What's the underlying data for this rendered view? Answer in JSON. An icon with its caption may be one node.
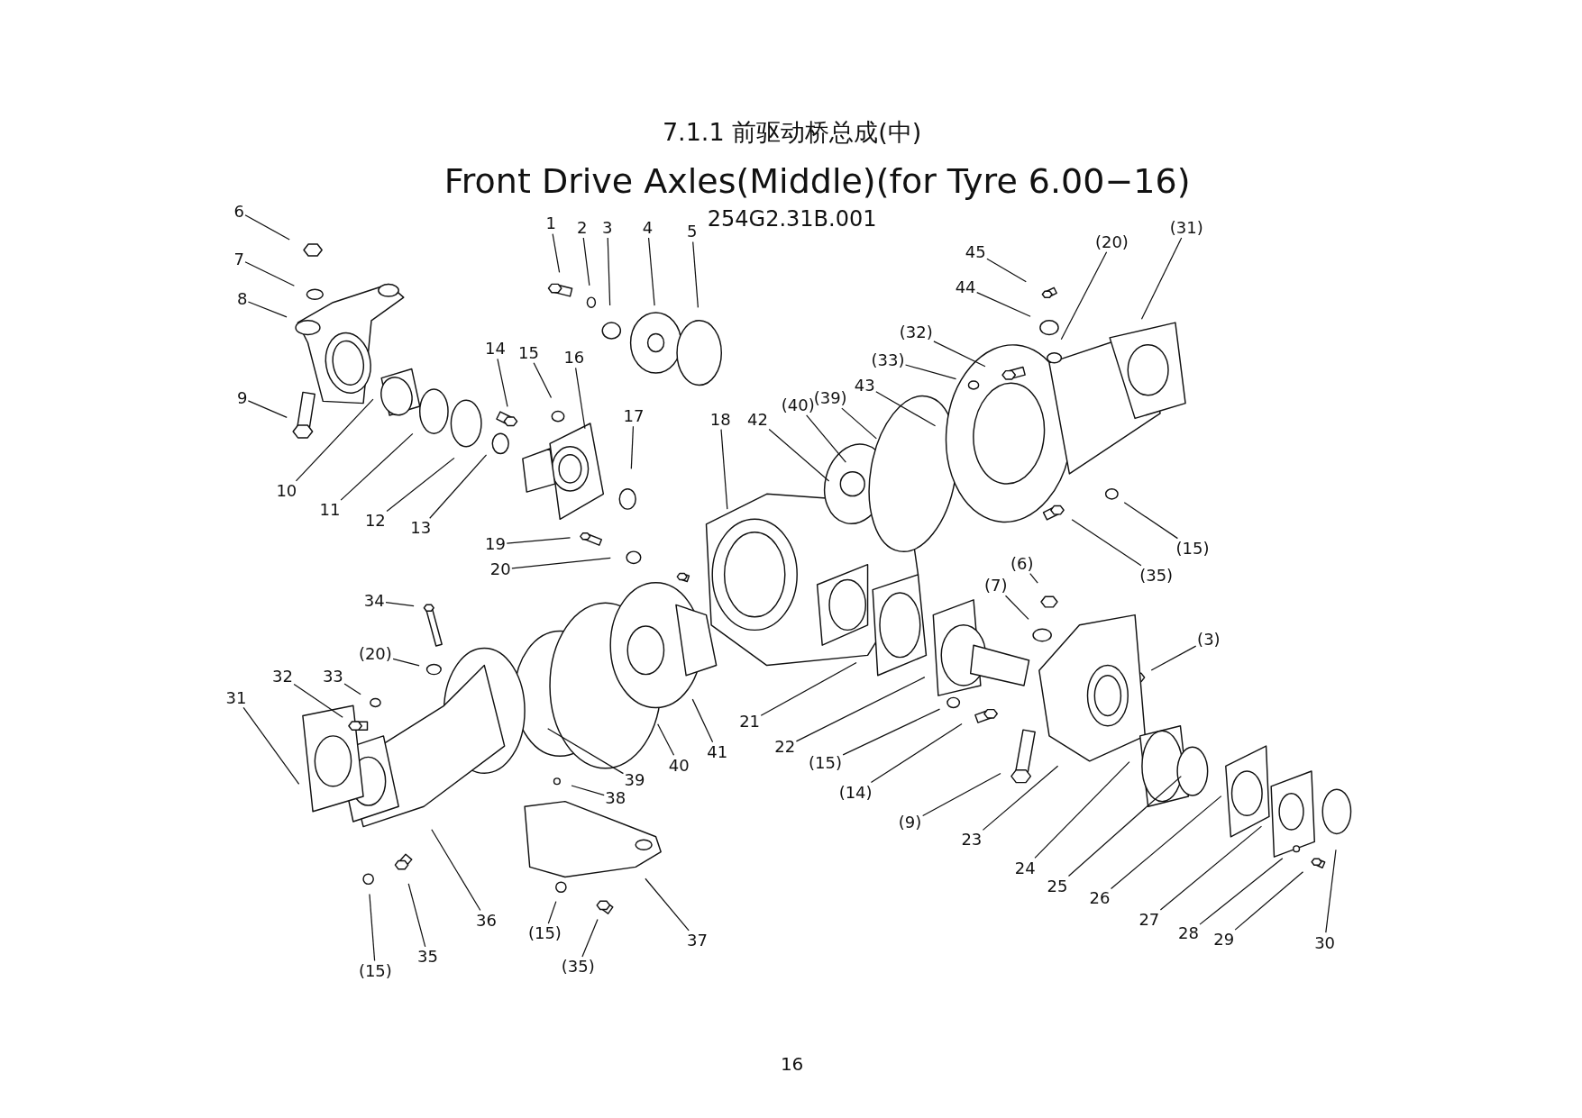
{
  "diagram": {
    "title": "7.1.1 前驱动桥总成(中)",
    "nodes": [
      {
        "text": [
          "6"
        ]
      },
      {
        "text": [
          "7"
        ]
      },
      {
        "text": [
          "8"
        ]
      },
      {
        "text": [
          "9"
        ]
      },
      {
        "text": [
          "10"
        ]
      },
      {
        "text": [
          "11"
        ]
      },
      {
        "text": [
          "12"
        ]
      },
      {
        "text": [
          "13"
        ]
      },
      {
        "text": [
          "1"
        ]
      },
      {
        "text": [
          "2"
        ]
      },
      {
        "text": [
          "3"
        ]
      },
      {
        "text": [
          "4"
        ]
      },
      {
        "text": [
          "5"
        ]
      },
      {
        "text": [
          "14"
        ]
      },
      {
        "text": [
          "15"
        ]
      },
      {
        "text": [
          "16"
        ]
      },
      {
        "text": [
          "17"
        ]
      },
      {
        "text": [
          "18"
        ]
      },
      {
        "text": [
          "19"
        ]
      },
      {
        "text": [
          "20"
        ]
      },
      {
        "text": [
          "42"
        ]
      },
      {
        "text": [
          "(40)"
        ]
      },
      {
        "text": [
          "(39)"
        ]
      },
      {
        "text": [
          "43"
        ]
      },
      {
        "text": [
          "(32)"
        ]
      },
      {
        "text": [
          "(33)"
        ]
      },
      {
        "text": [
          "45"
        ]
      },
      {
        "text": [
          "44"
        ]
      },
      {
        "text": [
          "(20)"
        ]
      },
      {
        "text": [
          "(31)"
        ]
      },
      {
        "text": [
          "(15)"
        ]
      },
      {
        "text": [
          "(35)"
        ]
      },
      {
        "text": [
          "(6)"
        ]
      },
      {
        "text": [
          "(7)"
        ]
      },
      {
        "text": [
          "(3)"
        ]
      },
      {
        "text": [
          "21"
        ]
      },
      {
        "text": [
          "22"
        ]
      },
      {
        "text": [
          "(15)"
        ]
      },
      {
        "text": [
          "(14)"
        ]
      },
      {
        "text": [
          "(9)"
        ]
      },
      {
        "text": [
          "23"
        ]
      },
      {
        "text": [
          "24"
        ]
      },
      {
        "text": [
          "25"
        ]
      },
      {
        "text": [
          "26"
        ]
      },
      {
        "text": [
          "27"
        ]
      },
      {
        "text": [
          "28"
        ]
      },
      {
        "text": [
          "29"
        ]
      },
      {
        "text": [
          "30"
        ]
      },
      {
        "text": [
          "34"
        ]
      },
      {
        "text": [
          "(20)"
        ]
      },
      {
        "text": [
          "33"
        ]
      },
      {
        "text": [
          "32"
        ]
      },
      {
        "text": [
          "31"
        ]
      },
      {
        "text": [
          "36"
        ]
      },
      {
        "text": [
          "35"
        ]
      },
      {
        "text": [
          "(15)"
        ]
      },
      {
        "text": [
          "(15)"
        ]
      },
      {
        "text": [
          "(35)"
        ]
      },
      {
        "text": [
          "37"
        ]
      },
      {
        "text": [
          "38"
        ]
      },
      {
        "text": [
          "39"
        ]
      },
      {
        "text": [
          "40"
        ]
      },
      {
        "text": [
          "41"
        ]
      }
    ],
    "edges": [
      {
        "from": 0,
        "to": null,
        "arrow": "none"
      },
      {
        "from": 1,
        "to": null,
        "arrow": "none"
      },
      {
        "from": 2,
        "to": null,
        "arrow": "none"
      },
      {
        "from": 3,
        "to": null,
        "arrow": "none"
      },
      {
        "from": 4,
        "to": null,
        "arrow": "none"
      },
      {
        "from": 5,
        "to": null,
        "arrow": "none"
      },
      {
        "from": 6,
        "to": null,
        "arrow": "none"
      },
      {
        "from": 7,
        "to": null,
        "arrow": "none"
      },
      {
        "from": 8,
        "to": null,
        "arrow": "none"
      },
      {
        "from": 9,
        "to": null,
        "arrow": "none"
      },
      {
        "from": 10,
        "to": null,
        "arrow": "none"
      },
      {
        "from": 11,
        "to": null,
        "arrow": "none"
      },
      {
        "from": 12,
        "to": null,
        "arrow": "none"
      },
      {
        "from": 13,
        "to": null,
        "arrow": "none"
      },
      {
        "from": 14,
        "to": null,
        "arrow": "none"
      },
      {
        "from": 15,
        "to": null,
        "arrow": "none"
      },
      {
        "from": 16,
        "to": null,
        "arrow": "none"
      },
      {
        "from": 17,
        "to": null,
        "arrow": "none"
      },
      {
        "from": 18,
        "to": null,
        "arrow": "none"
      },
      {
        "from": 19,
        "to": null,
        "arrow": "none"
      },
      {
        "from": 20,
        "to": null,
        "arrow": "none"
      },
      {
        "from": 21,
        "to": null,
        "arrow": "none"
      },
      {
        "from": 22,
        "to": null,
        "arrow": "none"
      },
      {
        "from": 23,
        "to": null,
        "arrow": "none"
      },
      {
        "from": 24,
        "to": null,
        "arrow": "none"
      },
      {
        "from": 25,
        "to": null,
        "arrow": "none"
      },
      {
        "from": 26,
        "to": null,
        "arrow": "none"
      },
      {
        "from": 27,
        "to": null,
        "arrow": "none"
      },
      {
        "from": 28,
        "to": null,
        "arrow": "none"
      },
      {
        "from": 29,
        "to": null,
        "arrow": "none"
      },
      {
        "from": 30,
        "to": null,
        "arrow": "none"
      },
      {
        "from": 31,
        "to": null,
        "arrow": "none"
      },
      {
        "from": 32,
        "to": null,
        "arrow": "none"
      },
      {
        "from": 33,
        "to": null,
        "arrow": "none"
      },
      {
        "from": 34,
        "to": null,
        "arrow": "none"
      },
      {
        "from": 35,
        "to": null,
        "arrow": "none"
      },
      {
        "from": 36,
        "to": null,
        "arrow": "none"
      },
      {
        "from": 37,
        "to": null,
        "arrow": "none"
      },
      {
        "from": 38,
        "to": null,
        "arrow": "none"
      },
      {
        "from": 39,
        "to": null,
        "arrow": "none"
      },
      {
        "from": 40,
        "to": null,
        "arrow": "none"
      },
      {
        "from": 41,
        "to": null,
        "arrow": "none"
      },
      {
        "from": 42,
        "to": null,
        "arrow": "none"
      },
      {
        "from": 43,
        "to": null,
        "arrow": "none"
      },
      {
        "from": 44,
        "to": null,
        "arrow": "none"
      },
      {
        "from": 45,
        "to": null,
        "arrow": "none"
      },
      {
        "from": 46,
        "to": null,
        "arrow": "none"
      },
      {
        "from": 47,
        "to": null,
        "arrow": "none"
      },
      {
        "from": 48,
        "to": null,
        "arrow": "none"
      },
      {
        "from": 49,
        "to": null,
        "arrow": "none"
      },
      {
        "from": 50,
        "to": null,
        "arrow": "none"
      },
      {
        "from": 51,
        "to": null,
        "arrow": "none"
      },
      {
        "from": 52,
        "to": null,
        "arrow": "none"
      },
      {
        "from": 53,
        "to": null,
        "arrow": "none"
      },
      {
        "from": 54,
        "to": null,
        "arrow": "none"
      },
      {
        "from": 55,
        "to": null,
        "arrow": "none"
      },
      {
        "from": 56,
        "to": null,
        "arrow": "none"
      },
      {
        "from": 57,
        "to": null,
        "arrow": "none"
      },
      {
        "from": 58,
        "to": null,
        "arrow": "none"
      },
      {
        "from": 59,
        "to": null,
        "arrow": "none"
      },
      {
        "from": 60,
        "to": null,
        "arrow": "none"
      },
      {
        "from": 61,
        "to": null,
        "arrow": "none"
      },
      {
        "from": 62,
        "to": null,
        "arrow": "none"
      }
    ],
    "labels": [
      "Front Drive Axles(Middle)(for Tyre 6.00−16)",
      "254G2.31B.001",
      "16"
    ]
  }
}
